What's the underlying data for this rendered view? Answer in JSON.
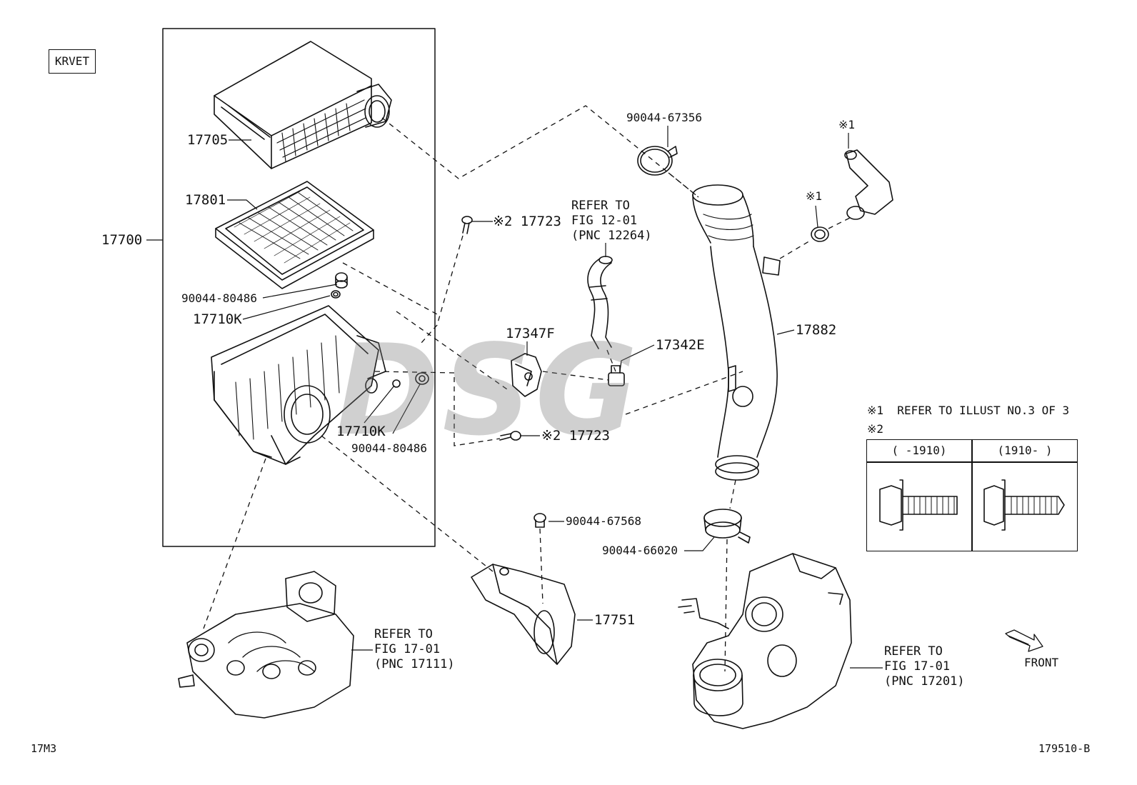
{
  "variant_box": "KRVET",
  "watermark": "DSG",
  "part_labels": {
    "p17705": "17705",
    "p17801": "17801",
    "p17700": "17700",
    "p90044_80486_a": "90044-80486",
    "p17710K_a": "17710K",
    "p17710K_b": "17710K",
    "p90044_80486_b": "90044-80486",
    "p17723_a": "※2 17723",
    "p17723_b": "※2 17723",
    "p17347F": "17347F",
    "p17342E": "17342E",
    "p90044_67356": "90044-67356",
    "p17882": "17882",
    "ref1_mark_a": "※1",
    "ref1_mark_b": "※1",
    "p90044_67568": "90044-67568",
    "p90044_66020": "90044-66020",
    "p17751": "17751"
  },
  "refer_notes": {
    "fig12": "REFER TO\nFIG 12-01\n(PNC 12264)",
    "fig17_111": "REFER TO\nFIG 17-01\n(PNC 17111)",
    "fig17_201": "REFER TO\nFIG 17-01\n(PNC 17201)"
  },
  "legend": {
    "note1": "※1  REFER TO ILLUST NO.3 OF 3",
    "note2": "※2",
    "col1_header": "(     -1910)",
    "col2_header": "(1910-     )"
  },
  "front_label": "FRONT",
  "bottom_left": "17M3",
  "bottom_right": "179510-B"
}
